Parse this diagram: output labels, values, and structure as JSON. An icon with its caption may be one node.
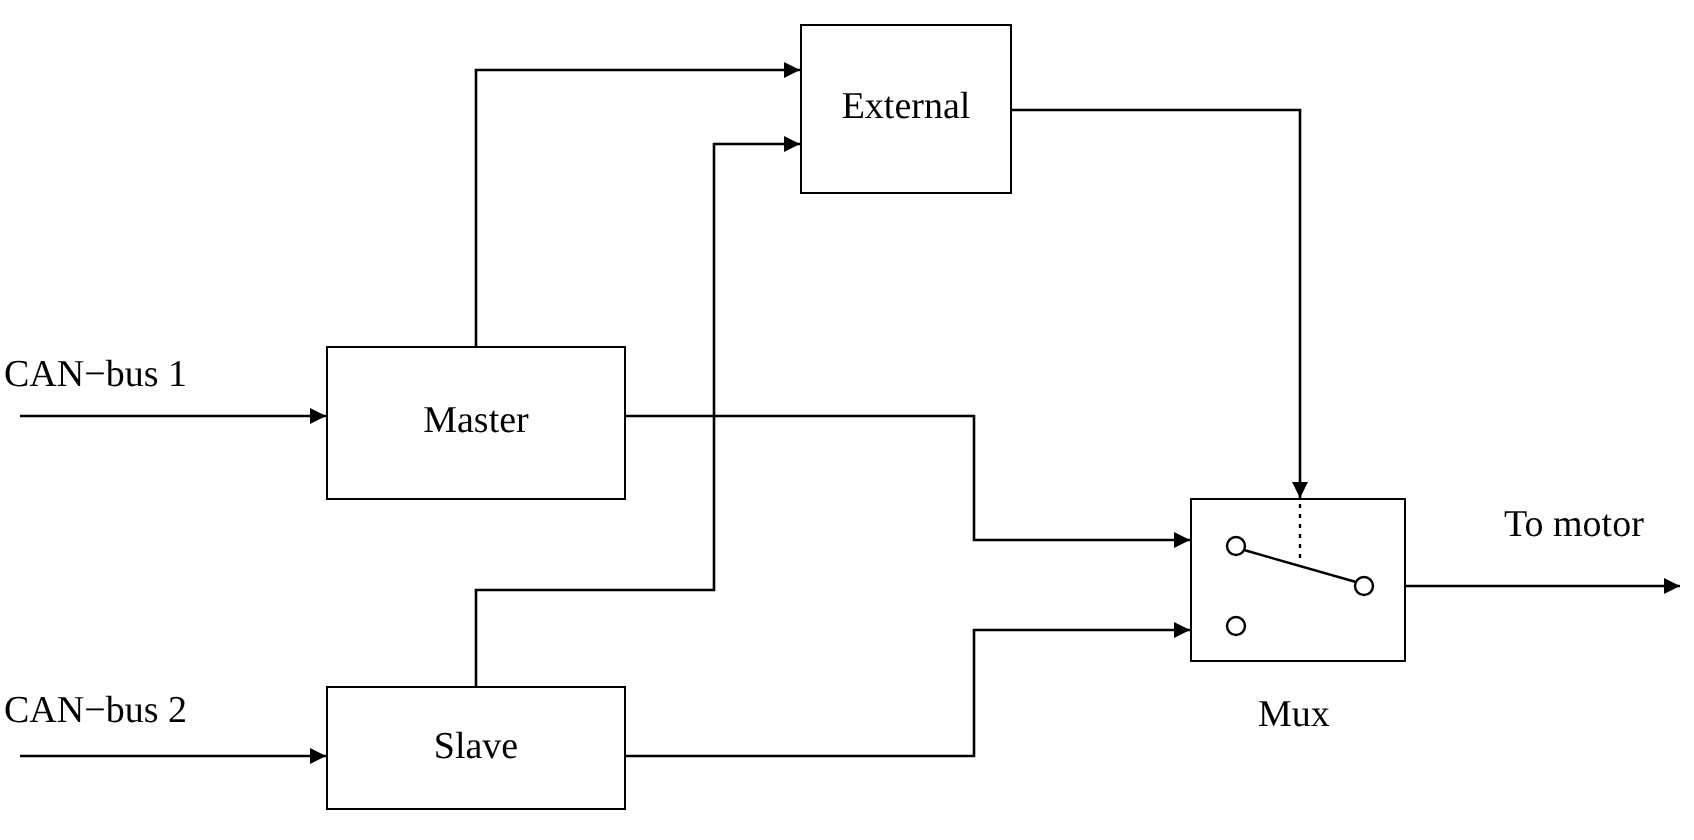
{
  "diagram": {
    "nodes": [
      {
        "text": [
          "External"
        ]
      },
      {
        "text": [
          "Master"
        ]
      },
      {
        "text": [],
        "shape": "box",
        "beside": [
          "Mux"
        ]
      },
      {
        "text": [
          "Slave"
        ]
      }
    ],
    "edges": [
      {
        "from": 1,
        "to": 0,
        "arrow": "to"
      },
      {
        "from": 3,
        "to": 0,
        "arrow": "to"
      },
      {
        "from": 0,
        "to": 2,
        "arrow": "to"
      },
      {
        "from": 1,
        "to": 2,
        "arrow": "to"
      },
      {
        "from": 3,
        "to": 2,
        "arrow": "to"
      },
      {
        "from": null,
        "to": 1,
        "arrow": "to",
        "label": "CAN−bus 1"
      },
      {
        "from": null,
        "to": 3,
        "arrow": "to",
        "label": "CAN−bus 2"
      },
      {
        "from": 2,
        "to": null,
        "arrow": "to",
        "label": "To motor"
      }
    ]
  }
}
